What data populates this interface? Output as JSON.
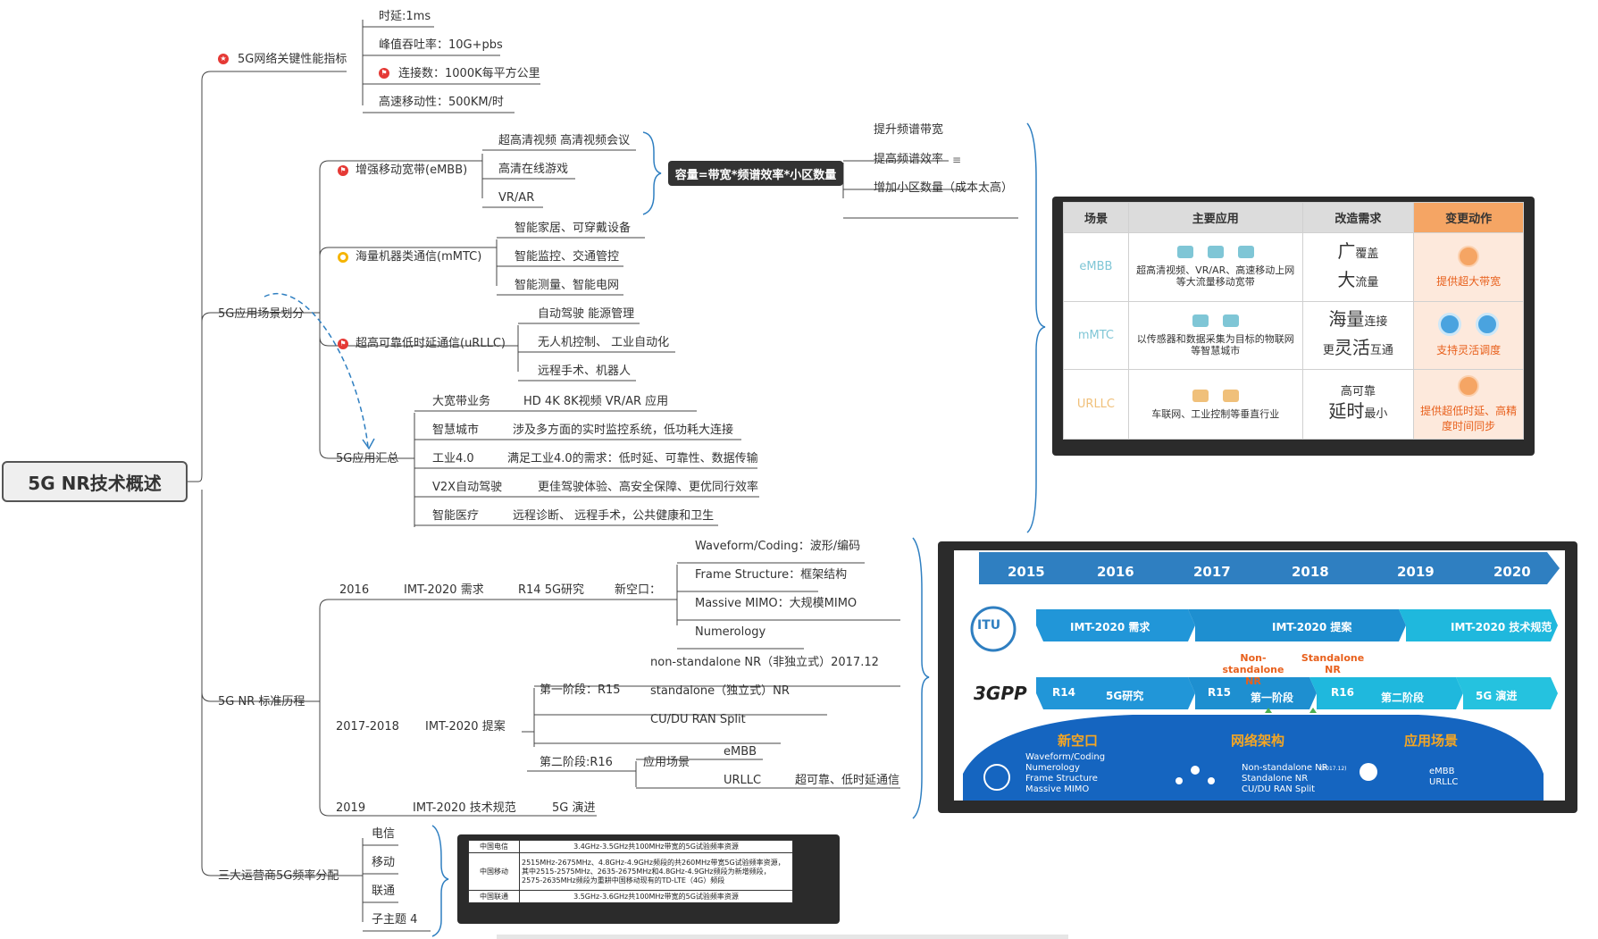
{
  "root": "5G NR技术概述",
  "perf": {
    "title": "5G网络关键性能指标",
    "items": [
      "时延:1ms",
      "峰值吞吐率：10G+pbs",
      "连接数：1000K每平方公里",
      "高速移动性：500KM/时"
    ]
  },
  "scenes": {
    "title": "5G应用场景划分",
    "embb": {
      "label": "增强移动宽带(eMBB)",
      "items": [
        "超高清视频 高清视频会议",
        "高清在线游戏",
        "VR/AR"
      ]
    },
    "capacity": "容量=带宽*频谱效率*小区数量",
    "capacity_items": [
      "提升频谱带宽",
      "提高频谱效率",
      "增加小区数量（成本太高）"
    ],
    "mmtc": {
      "label": "海量机器类通信(mMTC)",
      "items": [
        "智能家居、可穿戴设备",
        "智能监控、交通管控",
        "智能测量、智能电网"
      ]
    },
    "urllc": {
      "label": "超高可靠低时延通信(uRLLC)",
      "items": [
        "自动驾驶 能源管理",
        "无人机控制、 工业自动化",
        "远程手术、机器人"
      ]
    },
    "summary": {
      "title": "5G应用汇总",
      "rows": [
        {
          "k": "大宽带业务",
          "v": "HD 4K 8K视频  VR/AR 应用"
        },
        {
          "k": "智慧城市",
          "v": "涉及多方面的实时监控系统，低功耗大连接"
        },
        {
          "k": "工业4.0",
          "v": "满足工业4.0的需求：低时延、可靠性、数据传输"
        },
        {
          "k": "V2X自动驾驶",
          "v": "更佳驾驶体验、高安全保障、更优同行效率"
        },
        {
          "k": "智能医疗",
          "v": "远程诊断、 远程手术，公共健康和卫生"
        }
      ]
    }
  },
  "scene_table": {
    "headers": [
      "场景",
      "主要应用",
      "改造需求",
      "变更动作"
    ],
    "rows": [
      {
        "scene": "eMBB",
        "apps": "超高清视频、VR/AR、高速移动上网等大流量移动宽带",
        "need": [
          "广",
          "覆盖",
          "大",
          "流量"
        ],
        "action": "提供超大带宽"
      },
      {
        "scene": "mMTC",
        "apps": "以传感器和数据采集为目标的物联网等智慧城市",
        "need": [
          "海量",
          "连接",
          "更",
          "灵活",
          "互通"
        ],
        "action": "支持灵活调度"
      },
      {
        "scene": "URLLC",
        "apps": "车联网、工业控制等垂直行业",
        "need": [
          "高可靠",
          "延时",
          "最小"
        ],
        "action": "提供超低时延、高精度时间同步"
      }
    ]
  },
  "standards": {
    "title": "5G NR 标准历程",
    "y2016": {
      "year": "2016",
      "imt": "IMT-2020 需求",
      "r": "R14 5G研究",
      "air": "新空口：",
      "items": [
        "Waveform/Coding：波形/编码",
        "Frame Structure：框架结构",
        "Massive MIMO：大规模MIMO",
        "Numerology"
      ]
    },
    "y2017": {
      "year": "2017-2018",
      "imt": "IMT-2020 提案",
      "phase1": "第一阶段：R15",
      "phase1_items": [
        "non-standalone NR（非独立式）2017.12",
        "standalone（独立式）NR",
        "CU/DU RAN Split"
      ],
      "phase2": "第二阶段:R16",
      "scene": "应用场景",
      "embb": "eMBB",
      "urllc": "URLLC",
      "urllc_desc": "超可靠、低时延通信"
    },
    "y2019": {
      "year": "2019",
      "imt": "IMT-2020 技术规范",
      "r": "5G 演进"
    }
  },
  "timeline": {
    "years": [
      "2015",
      "2016",
      "2017",
      "2018",
      "2019",
      "2020"
    ],
    "itu_bars": [
      "IMT-2020  需求",
      "IMT-2020  提案",
      "IMT-2020  技术规范"
    ],
    "nsa": "Non-standalone NR",
    "sa": "Standalone NR",
    "gpp_bars": [
      "R14",
      "5G研究",
      "R15",
      "第一阶段",
      "R16",
      "第二阶段",
      "5G  演进"
    ],
    "sections": [
      "新空口",
      "网络架构",
      "应用场景"
    ],
    "air_items": [
      "Waveform/Coding",
      "Numerology",
      "Frame Structure",
      "Massive MIMO"
    ],
    "arch_items": [
      "Non-standalone NR",
      "Standalone NR",
      "CU/DU RAN Split"
    ],
    "arch_date": "(2017.12)",
    "scene_items": [
      "eMBB",
      "URLLC"
    ]
  },
  "carriers": {
    "title": "三大运营商5G频率分配",
    "items": [
      "电信",
      "移动",
      "联通",
      "子主题 4"
    ]
  },
  "freq_table": [
    {
      "op": "中国电信",
      "desc": "3.4GHz-3.5GHz共100MHz带宽的5G试验频率资源"
    },
    {
      "op": "中国移动",
      "desc": "2515MHz-2675MHz、4.8GHz-4.9GHz频段的共260MHz带宽5G试验频率资源，其中2515-2575MHz、2635-2675MHz和4.8GHz-4.9GHz频段为新增频段，2575-2635MHz频段为重耕中国移动现有的TD-LTE（4G）频段"
    },
    {
      "op": "中国联通",
      "desc": "3.5GHz-3.6GHz共100MHz带宽的5G试验频率资源"
    }
  ]
}
